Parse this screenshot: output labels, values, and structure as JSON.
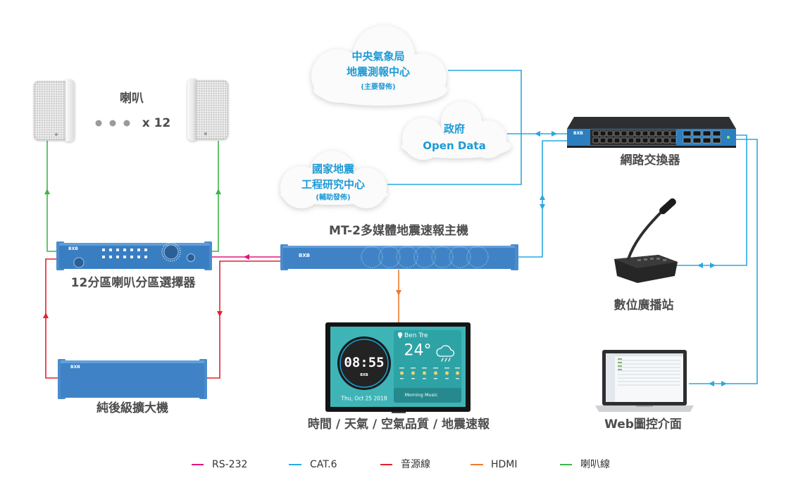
{
  "speakers": {
    "label": "喇叭",
    "count": "x 12"
  },
  "clouds": {
    "cwb": {
      "line1": "中央氣象局",
      "line2": "地震測報中心",
      "note": "(主要發佈)"
    },
    "open_data": {
      "line1": "政府",
      "line2": "Open Data"
    },
    "ncree": {
      "line1": "國家地震",
      "line2": "工程研究中心",
      "note": "(輔助發佈)"
    }
  },
  "devices": {
    "brand": "BXB",
    "network_switch": "網路交換器",
    "host": "MT-2多媒體地震速報主機",
    "zone_selector": "12分區喇叭分區選擇器",
    "amplifier": "純後級擴大機",
    "display": "時間 / 天氣 / 空氣品質 / 地震速報",
    "broadcast_station": "數位廣播站",
    "web_interface": "Web圖控介面"
  },
  "display_screen": {
    "clock": "08:55",
    "date": "Thu, Oct 25 2018",
    "city": "Ben Tre",
    "temperature": "24°",
    "now_playing": "Morning Music",
    "weather_icon": "cloud-rain-icon"
  },
  "legend": [
    {
      "label": "RS-232",
      "color": "#e0177d"
    },
    {
      "label": "CAT.6",
      "color": "#29a9e1"
    },
    {
      "label": "音源線",
      "color": "#e3222f"
    },
    {
      "label": "HDMI",
      "color": "#ef7b30"
    },
    {
      "label": "喇叭線",
      "color": "#3db54a"
    }
  ],
  "colors": {
    "label_text": "#4d4d4d",
    "cloud_text": "#1d9ad6",
    "device_blue": "#3f83c6",
    "screen_teal": "#3fb4b7"
  }
}
